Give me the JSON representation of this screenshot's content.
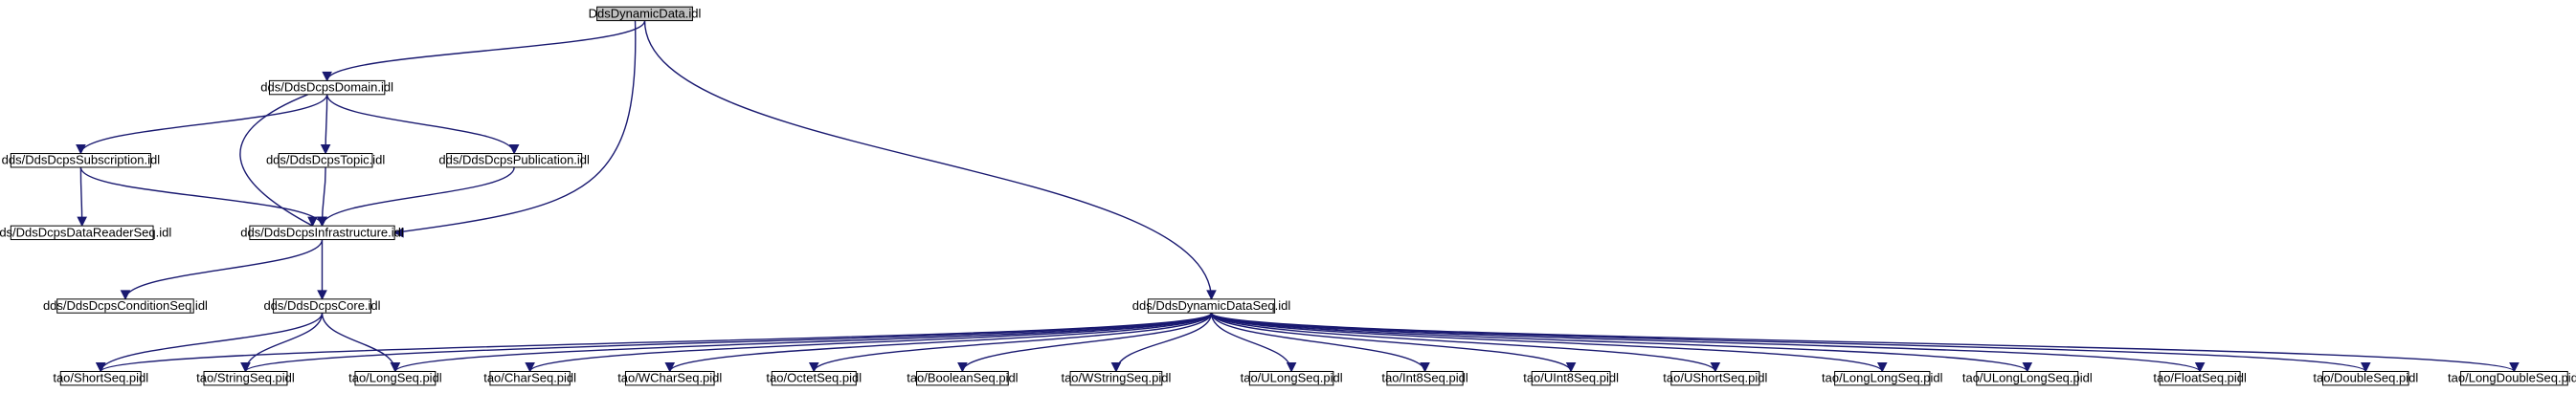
{
  "graph": {
    "colors": {
      "edge": "#191970",
      "root_fill": "#bfbfbf",
      "node_fill": "#ffffff",
      "node_border": "#000000"
    },
    "nodes": [
      {
        "id": "root",
        "label": "DdsDynamicData.idl"
      },
      {
        "id": "domain",
        "label": "dds/DdsDcpsDomain.idl"
      },
      {
        "id": "subscription",
        "label": "dds/DdsDcpsSubscription.idl"
      },
      {
        "id": "topic",
        "label": "dds/DdsDcpsTopic.idl"
      },
      {
        "id": "publication",
        "label": "dds/DdsDcpsPublication.idl"
      },
      {
        "id": "datareaderseq",
        "label": "dds/DdsDcpsDataReaderSeq.idl"
      },
      {
        "id": "infrastructure",
        "label": "dds/DdsDcpsInfrastructure.idl"
      },
      {
        "id": "conditionseq",
        "label": "dds/DdsDcpsConditionSeq.idl"
      },
      {
        "id": "core",
        "label": "dds/DdsDcpsCore.idl"
      },
      {
        "id": "dynseq",
        "label": "dds/DdsDynamicDataSeq.idl"
      },
      {
        "id": "shortseq",
        "label": "tao/ShortSeq.pidl"
      },
      {
        "id": "stringseq",
        "label": "tao/StringSeq.pidl"
      },
      {
        "id": "longseq",
        "label": "tao/LongSeq.pidl"
      },
      {
        "id": "charseq",
        "label": "tao/CharSeq.pidl"
      },
      {
        "id": "wcharseq",
        "label": "tao/WCharSeq.pidl"
      },
      {
        "id": "octetseq",
        "label": "tao/OctetSeq.pidl"
      },
      {
        "id": "booleanseq",
        "label": "tao/BooleanSeq.pidl"
      },
      {
        "id": "wstringseq",
        "label": "tao/WStringSeq.pidl"
      },
      {
        "id": "ulongseq",
        "label": "tao/ULongSeq.pidl"
      },
      {
        "id": "int8seq",
        "label": "tao/Int8Seq.pidl"
      },
      {
        "id": "uint8seq",
        "label": "tao/UInt8Seq.pidl"
      },
      {
        "id": "ushortseq",
        "label": "tao/UShortSeq.pidl"
      },
      {
        "id": "longlongseq",
        "label": "tao/LongLongSeq.pidl"
      },
      {
        "id": "ulonglongseq",
        "label": "tao/ULongLongSeq.pidl"
      },
      {
        "id": "floatseq",
        "label": "tao/FloatSeq.pidl"
      },
      {
        "id": "doubleseq",
        "label": "tao/DoubleSeq.pidl"
      },
      {
        "id": "longdoubleseq",
        "label": "tao/LongDoubleSeq.pidl"
      }
    ],
    "edges": [
      [
        "root",
        "domain"
      ],
      [
        "root",
        "infrastructure"
      ],
      [
        "root",
        "dynseq"
      ],
      [
        "domain",
        "subscription"
      ],
      [
        "domain",
        "topic"
      ],
      [
        "domain",
        "publication"
      ],
      [
        "domain",
        "infrastructure"
      ],
      [
        "subscription",
        "datareaderseq"
      ],
      [
        "subscription",
        "infrastructure"
      ],
      [
        "topic",
        "infrastructure"
      ],
      [
        "publication",
        "infrastructure"
      ],
      [
        "infrastructure",
        "conditionseq"
      ],
      [
        "infrastructure",
        "core"
      ],
      [
        "core",
        "shortseq"
      ],
      [
        "core",
        "stringseq"
      ],
      [
        "core",
        "longseq"
      ],
      [
        "dynseq",
        "shortseq"
      ],
      [
        "dynseq",
        "stringseq"
      ],
      [
        "dynseq",
        "longseq"
      ],
      [
        "dynseq",
        "charseq"
      ],
      [
        "dynseq",
        "wcharseq"
      ],
      [
        "dynseq",
        "octetseq"
      ],
      [
        "dynseq",
        "booleanseq"
      ],
      [
        "dynseq",
        "wstringseq"
      ],
      [
        "dynseq",
        "ulongseq"
      ],
      [
        "dynseq",
        "int8seq"
      ],
      [
        "dynseq",
        "uint8seq"
      ],
      [
        "dynseq",
        "ushortseq"
      ],
      [
        "dynseq",
        "longlongseq"
      ],
      [
        "dynseq",
        "ulonglongseq"
      ],
      [
        "dynseq",
        "floatseq"
      ],
      [
        "dynseq",
        "doubleseq"
      ],
      [
        "dynseq",
        "longdoubleseq"
      ]
    ]
  }
}
